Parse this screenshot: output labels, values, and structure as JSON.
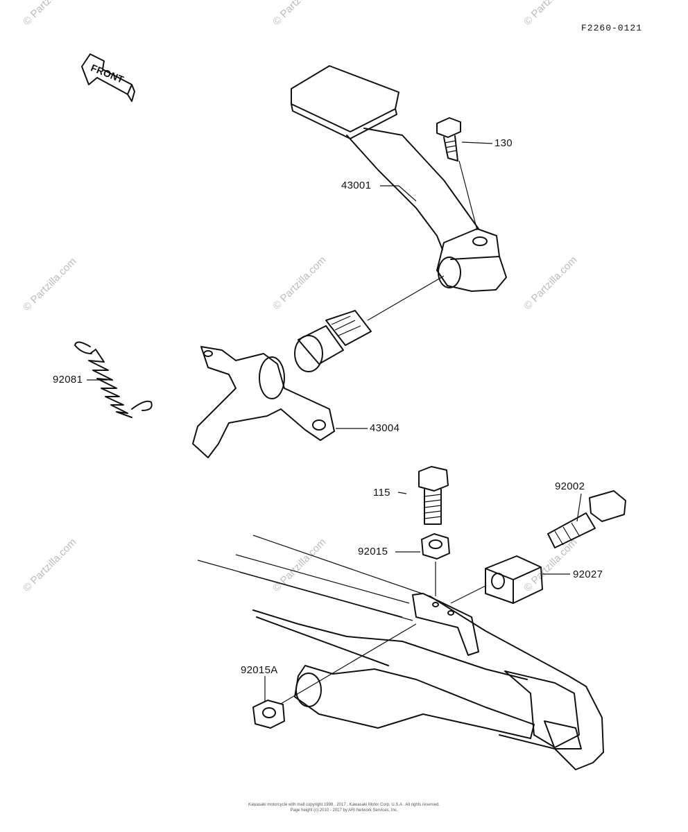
{
  "diagram": {
    "code": "F2260-0121",
    "front_label": "FRONT",
    "parts": {
      "p130": "130",
      "p43001": "43001",
      "p92081": "92081",
      "p43004": "43004",
      "p115": "115",
      "p92002": "92002",
      "p92015": "92015",
      "p92027": "92027",
      "p92015A": "92015A"
    }
  },
  "watermark": "© Partzilla.com",
  "footer": {
    "line1": "Kawasaki motorcycle with mall copyright 1998 . 2017 . Kawasaki Motor Corp. U.S.A . All rights reserved.",
    "line2": "Page height (c) 2010 - 2017 by ARI Network Services, Inc."
  }
}
